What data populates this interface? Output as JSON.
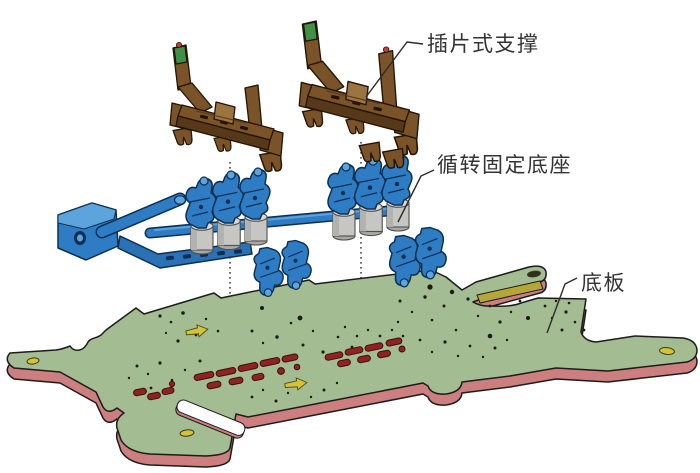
{
  "figure": {
    "type": "exploded-assembly-diagram",
    "background": "#ffffff",
    "labels": [
      {
        "id": "insert-support",
        "text": "插片式支撑"
      },
      {
        "id": "rotary-fixed-base",
        "text": "循转固定底座"
      },
      {
        "id": "base-plate",
        "text": "底板"
      }
    ],
    "colors": {
      "support_brown": "#7a5328",
      "support_brown_dark": "#573818",
      "support_brown_light": "#9c7440",
      "support_outline": "#241505",
      "tip_green": "#3f9149",
      "tip_red": "#cf3a3a",
      "base_blue": "#2e7cc3",
      "base_blue_dark": "#0e2f52",
      "base_blue_mid": "#2a72b5",
      "base_blue_light": "#5ba4de",
      "cylinder_grey": "#c6c6c2",
      "cylinder_grey_light": "#dcd9d5",
      "cylinder_grey_dark": "#a8a8a4",
      "plate_green": "#a3bc92",
      "plate_edge_pink": "#cd7f7f",
      "slot_red": "#8e2323",
      "slot_red_dark": "#3f0d0d",
      "marker_yellow": "#d4c336",
      "marker_olive": "#b5a637",
      "outline": "#1c1c1c",
      "label_text": "#333333",
      "leader_line": "#2b2b2b",
      "dot_black": "#1a1a1a"
    }
  }
}
